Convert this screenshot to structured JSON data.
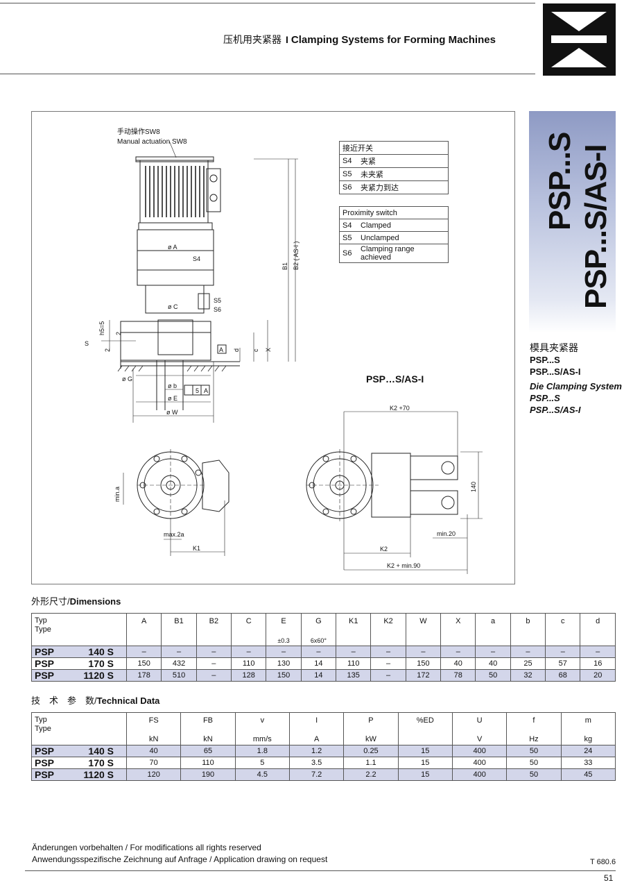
{
  "header": {
    "title_cn": "压机用夹紧器",
    "separator": "I",
    "title_en": "Clamping Systems for Forming Machines"
  },
  "side": {
    "vertical_title_1": "PSP...S",
    "vertical_title_2": "PSP...S/AS-I",
    "cn_name": "模具夹紧器",
    "model_1": "PSP...S",
    "model_2": "PSP...S/AS-I",
    "en_name": "Die Clamping System",
    "en_model_1": "PSP...S",
    "en_model_2": "PSP...S/AS-I"
  },
  "drawing": {
    "manual_cn": "手动操作SW8",
    "manual_en": "Manual actuation SW8",
    "subtitle": "PSP…S/AS-I",
    "labels": {
      "dA": "ø A",
      "dC": "ø C",
      "dG": "ø G",
      "db": "ø b",
      "dE": "ø E",
      "dW": "ø W",
      "S4": "S4",
      "S5": "S5",
      "S6": "S6",
      "S": "S",
      "B1": "B1",
      "B2": "B2 ( AS-I )",
      "X": "X",
      "c": "c",
      "d": "d",
      "A_box": "A",
      "h5": "h5=5",
      "two": "2",
      "two_b": "2",
      "tol_5": "5",
      "tol_A": "A",
      "min_a": "min.a",
      "max_2a": "max.2a",
      "K1": "K1",
      "K2_70": "K2 +70",
      "v140": "140",
      "min20": "min.20",
      "K2": "K2",
      "K2_min90": "K2 + min.90"
    }
  },
  "legend_cn": {
    "title": "接近开关",
    "rows": [
      {
        "code": "S4",
        "text": "夹紧"
      },
      {
        "code": "S5",
        "text": "未夹紧"
      },
      {
        "code": "S6",
        "text": "夹紧力到达"
      }
    ]
  },
  "legend_en": {
    "title": "Proximity switch",
    "rows": [
      {
        "code": "S4",
        "text": "Clamped"
      },
      {
        "code": "S5",
        "text": "Unclamped"
      },
      {
        "code": "S6",
        "text": "Clamping range achieved"
      }
    ]
  },
  "dimensions": {
    "title_cn": "外形尺寸/",
    "title_en": "Dimensions",
    "typ_label": "Typ",
    "type_label": "Type",
    "headers": [
      "A",
      "B1",
      "B2",
      "C",
      "E",
      "G",
      "K1",
      "K2",
      "W",
      "X",
      "a",
      "b",
      "c",
      "d"
    ],
    "subs": {
      "E": "±0.3",
      "G": "6x60°"
    },
    "rows": [
      {
        "prefix": "PSP",
        "model": "140 S",
        "values": [
          "–",
          "–",
          "–",
          "–",
          "–",
          "–",
          "–",
          "–",
          "–",
          "–",
          "–",
          "–",
          "–",
          "–"
        ]
      },
      {
        "prefix": "PSP",
        "model": "170 S",
        "values": [
          "150",
          "432",
          "–",
          "110",
          "130",
          "14",
          "110",
          "–",
          "150",
          "40",
          "40",
          "25",
          "57",
          "16"
        ]
      },
      {
        "prefix": "PSP",
        "model": "1120 S",
        "values": [
          "178",
          "510",
          "–",
          "128",
          "150",
          "14",
          "135",
          "–",
          "172",
          "78",
          "50",
          "32",
          "68",
          "20"
        ]
      }
    ]
  },
  "technical": {
    "title_cn": "技　术　参　数/",
    "title_en": "Technical Data",
    "typ_label": "Typ",
    "type_label": "Type",
    "headers": [
      "FS",
      "FB",
      "v",
      "I",
      "P",
      "%ED",
      "U",
      "f",
      "m"
    ],
    "units": [
      "kN",
      "kN",
      "mm/s",
      "A",
      "kW",
      "",
      "V",
      "Hz",
      "kg"
    ],
    "rows": [
      {
        "prefix": "PSP",
        "model": "140 S",
        "values": [
          "40",
          "65",
          "1.8",
          "1.2",
          "0.25",
          "15",
          "400",
          "50",
          "24"
        ]
      },
      {
        "prefix": "PSP",
        "model": "170 S",
        "values": [
          "70",
          "110",
          "5",
          "3.5",
          "1.1",
          "15",
          "400",
          "50",
          "33"
        ]
      },
      {
        "prefix": "PSP",
        "model": "1120 S",
        "values": [
          "120",
          "190",
          "4.5",
          "7.2",
          "2.2",
          "15",
          "400",
          "50",
          "45"
        ]
      }
    ]
  },
  "footer": {
    "note_1": "Änderungen vorbehalten / For modifications all rights reserved",
    "note_2": "Anwendungsspezifische Zeichnung auf Anfrage / Application drawing on request",
    "doc_ref": "T 680.6",
    "page": "51"
  }
}
